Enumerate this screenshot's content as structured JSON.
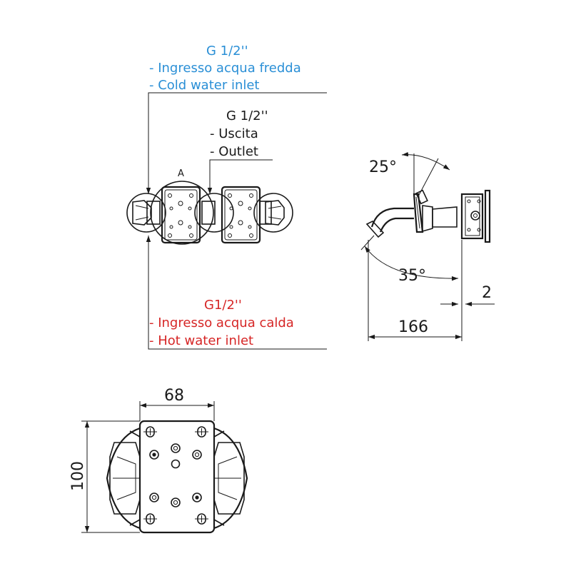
{
  "labels": {
    "cold": {
      "thread": "G 1/2''",
      "line_it": "- Ingresso acqua fredda",
      "line_en": "- Cold water inlet"
    },
    "outlet": {
      "thread": "G 1/2''",
      "line_it": "- Uscita",
      "line_en": "- Outlet"
    },
    "hot": {
      "thread": "G1/2''",
      "line_it": "- Ingresso acqua calda",
      "line_en": "- Hot water inlet"
    },
    "view_a": "A"
  },
  "dimensions": {
    "angle_top": "25°",
    "angle_bottom": "35°",
    "offset": "2",
    "length": "166",
    "width": "68",
    "height": "100"
  },
  "colors": {
    "cold": "#2a8fd6",
    "hot": "#d62626",
    "line": "#1a1a1a"
  }
}
